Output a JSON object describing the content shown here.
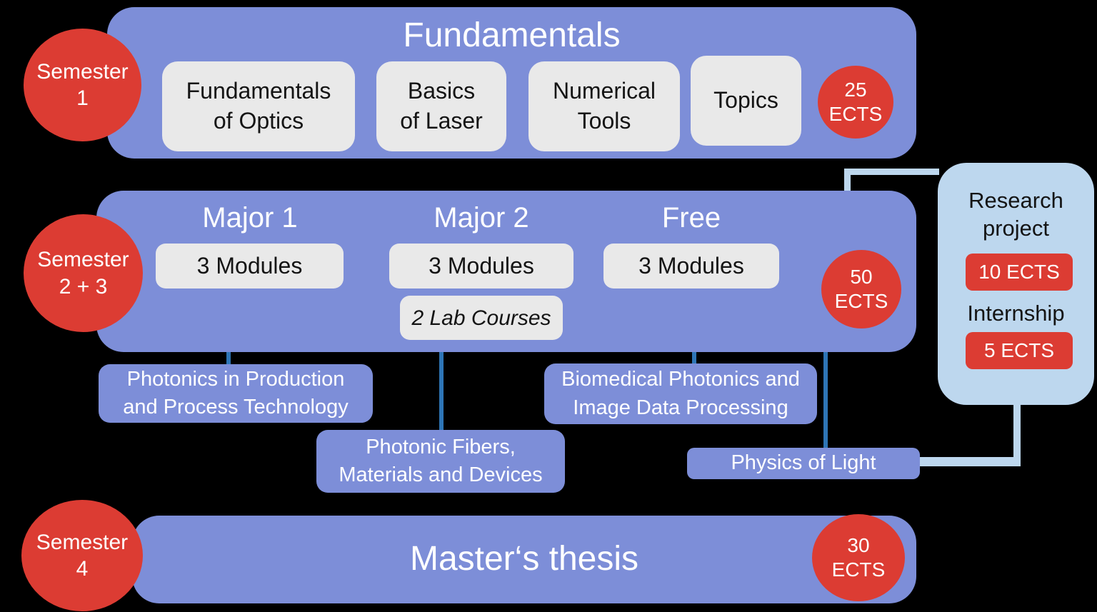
{
  "colors": {
    "background": "#000000",
    "primary_blue": "#7D8ED8",
    "light_blue": "#BDD7EE",
    "module_gray": "#E9E9E9",
    "accent_red": "#DC3C33",
    "connector_dark_blue": "#2E75B6",
    "text_white": "#FFFFFF",
    "text_black": "#141414"
  },
  "semesters": [
    {
      "label": "Semester\n1"
    },
    {
      "label": "Semester\n2 + 3"
    },
    {
      "label": "Semester\n4"
    }
  ],
  "fundamentals": {
    "title": "Fundamentals",
    "modules": [
      "Fundamentals\nof Optics",
      "Basics\nof Laser",
      "Numerical\nTools",
      "Topics"
    ],
    "ects": {
      "value": "25",
      "unit": "ECTS"
    }
  },
  "majors": {
    "columns": [
      {
        "title": "Major 1",
        "modules": "3 Modules"
      },
      {
        "title": "Major 2",
        "modules": "3 Modules",
        "lab": "2 Lab Courses"
      },
      {
        "title": "Free",
        "modules": "3 Modules"
      }
    ],
    "ects": {
      "value": "50",
      "unit": "ECTS"
    }
  },
  "research_panel": {
    "project_title": "Research\nproject",
    "project_ects": "10 ECTS",
    "internship_title": "Internship",
    "internship_ects": "5 ECTS"
  },
  "major_examples": [
    "Photonics in Production\nand Process Technology",
    "Photonic Fibers,\nMaterials and Devices",
    "Biomedical Photonics and\nImage Data Processing",
    "Physics of Light"
  ],
  "thesis": {
    "title": "Master‘s thesis",
    "ects": {
      "value": "30",
      "unit": "ECTS"
    }
  }
}
